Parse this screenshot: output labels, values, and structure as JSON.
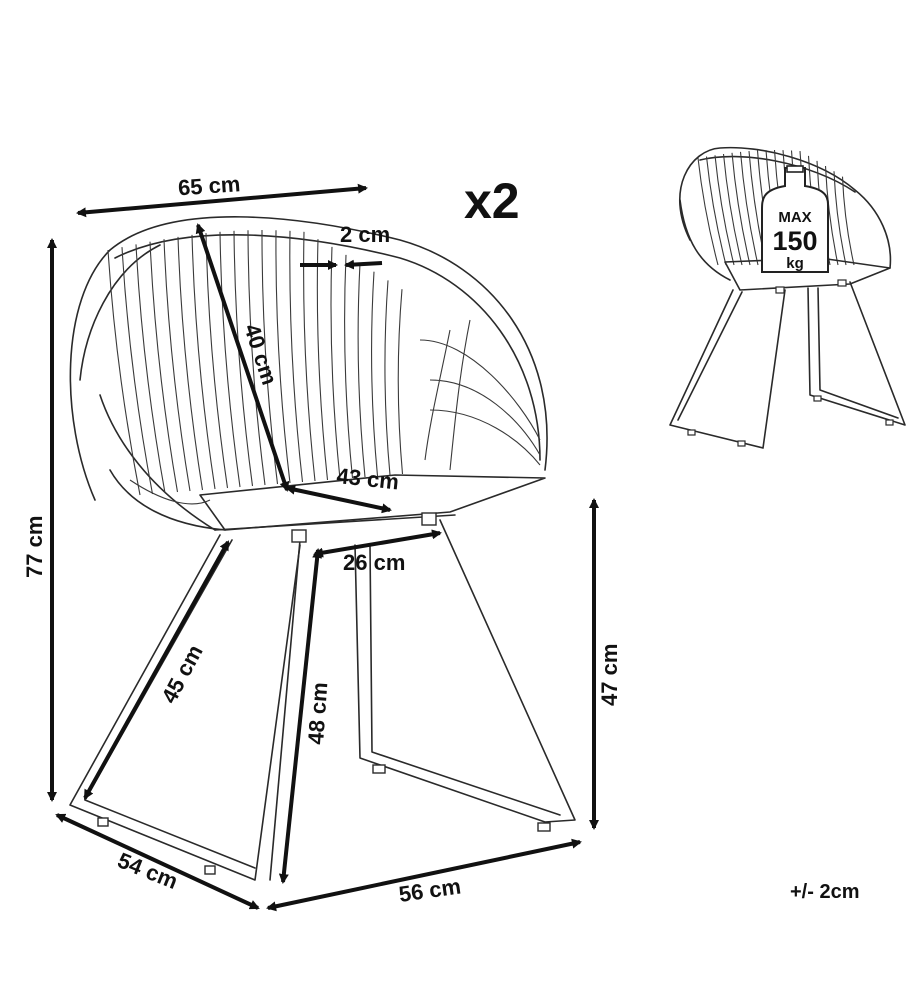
{
  "labels": {
    "width": "65 cm",
    "height": "77 cm",
    "wire_gap": "2 cm",
    "backrest": "40 cm",
    "seat_depth": "43 cm",
    "seat_width_inner": "26 cm",
    "leg_length_front": "45 cm",
    "leg_length_side": "48 cm",
    "seat_height": "47 cm",
    "base_depth": "54 cm",
    "base_width": "56 cm",
    "quantity": "x2",
    "tolerance": "+/- 2cm"
  },
  "load_badge": {
    "max": "MAX",
    "value": "150",
    "unit": "kg"
  },
  "icons": [
    "chair-main-drawing",
    "chair-small-drawing",
    "weight-icon"
  ]
}
